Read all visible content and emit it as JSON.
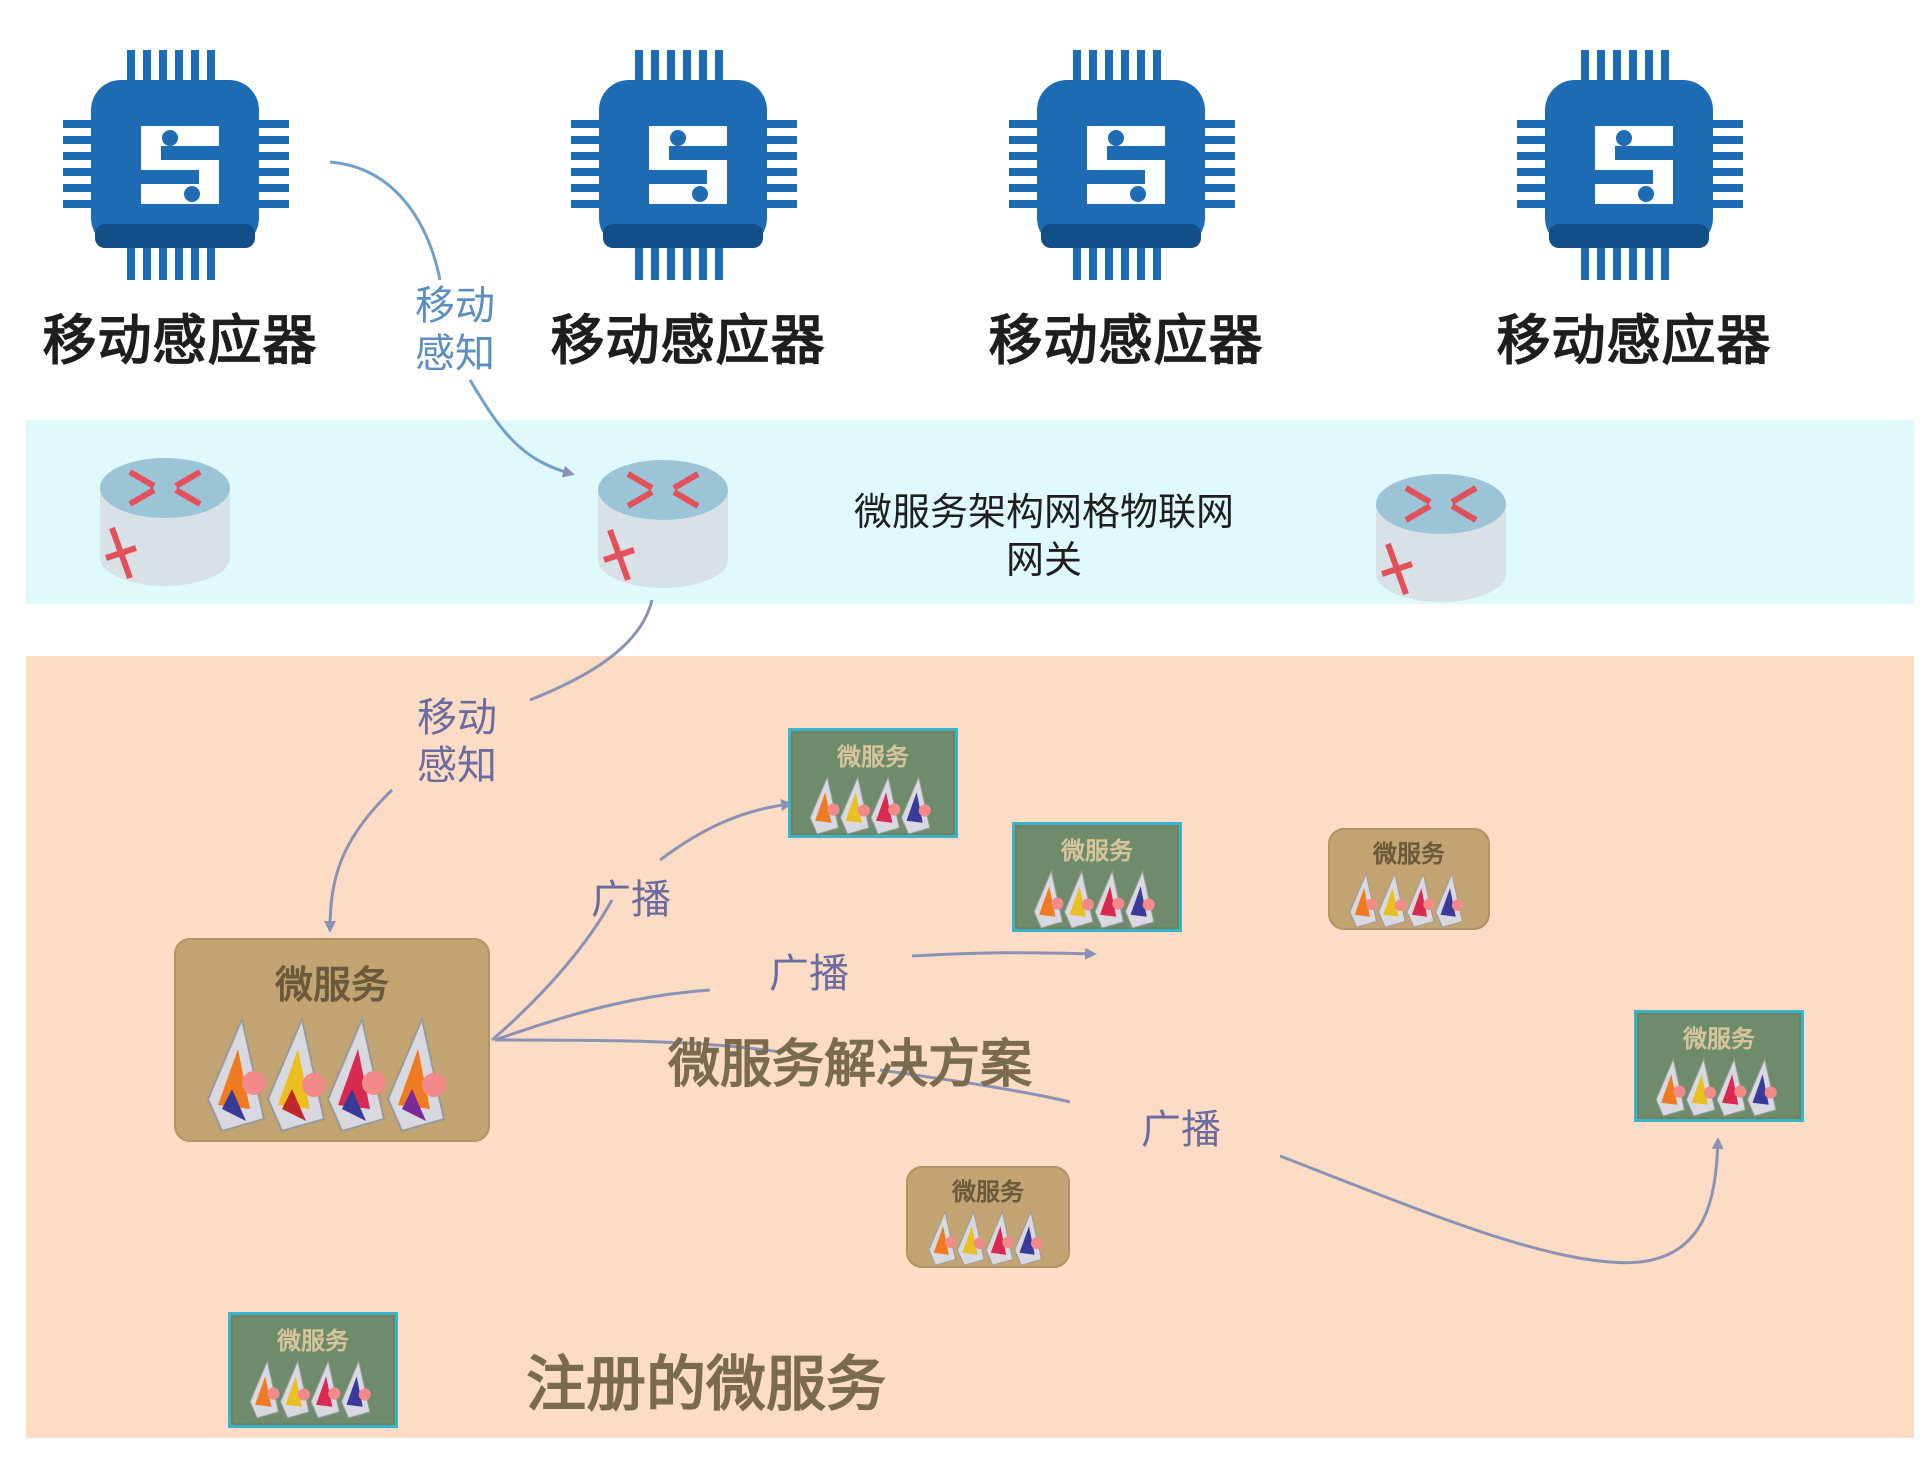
{
  "sensors": [
    {
      "label": "移动感应器"
    },
    {
      "label": "移动感应器"
    },
    {
      "label": "移动感应器"
    },
    {
      "label": "移动感应器"
    }
  ],
  "flows": {
    "sensor_to_gateway": "移动\n感知",
    "gateway_to_service": "移动\n感知",
    "broadcast": [
      "广播",
      "广播",
      "广播"
    ]
  },
  "gateway": {
    "label": "微服务架构网格物联网\n网关"
  },
  "microservices": {
    "main": {
      "label": "微服务"
    },
    "tiles": [
      "微服务",
      "微服务",
      "微服务",
      "微服务",
      "微服务",
      "微服务"
    ]
  },
  "solution_label": "微服务解决方案",
  "registered_label": "注册的微服务",
  "colors": {
    "chip_blue": "#1e6db4",
    "gateway_band": "#dff9fd",
    "service_area": "#fddcc6",
    "arrow": "#8b93b5",
    "tile_brown": "#c2a472",
    "tile_green": "#6e8b6b",
    "tile_frame": "#38b3cc"
  },
  "icons": {
    "sensor": "microchip-icon",
    "gateway_node": "router-icon",
    "service": "microservice-stack-icon"
  }
}
